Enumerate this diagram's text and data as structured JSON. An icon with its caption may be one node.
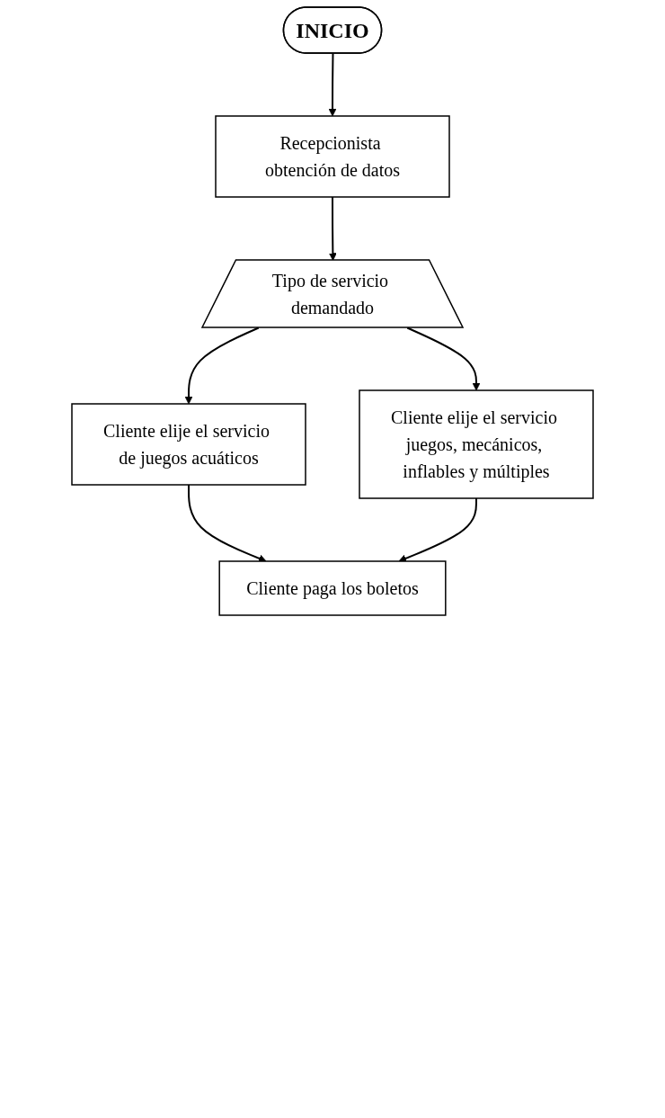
{
  "diagram": {
    "nodes": [
      {
        "text": [
          "INICIO"
        ]
      },
      {
        "text": [
          "Recepcionista obtención de datos"
        ]
      },
      {
        "text": [
          "Tipo de servicio demandado"
        ]
      },
      {
        "text": [
          "Cliente elije el servicio de juegos acuáticos"
        ]
      },
      {
        "text": [
          "Cliente elije el servicio juegos, mecánicos, inflables y múltiples"
        ]
      },
      {
        "text": [
          "Cliente paga los boletos"
        ]
      }
    ],
    "edges": [
      {
        "from": 0,
        "to": 1,
        "arrow": "to"
      },
      {
        "from": 1,
        "to": 2,
        "arrow": "to"
      },
      {
        "from": 2,
        "to": 3,
        "arrow": "to"
      },
      {
        "from": 2,
        "to": 4,
        "arrow": "to"
      },
      {
        "from": 3,
        "to": 5,
        "arrow": "to"
      },
      {
        "from": 4,
        "to": 5,
        "arrow": "to"
      }
    ]
  }
}
